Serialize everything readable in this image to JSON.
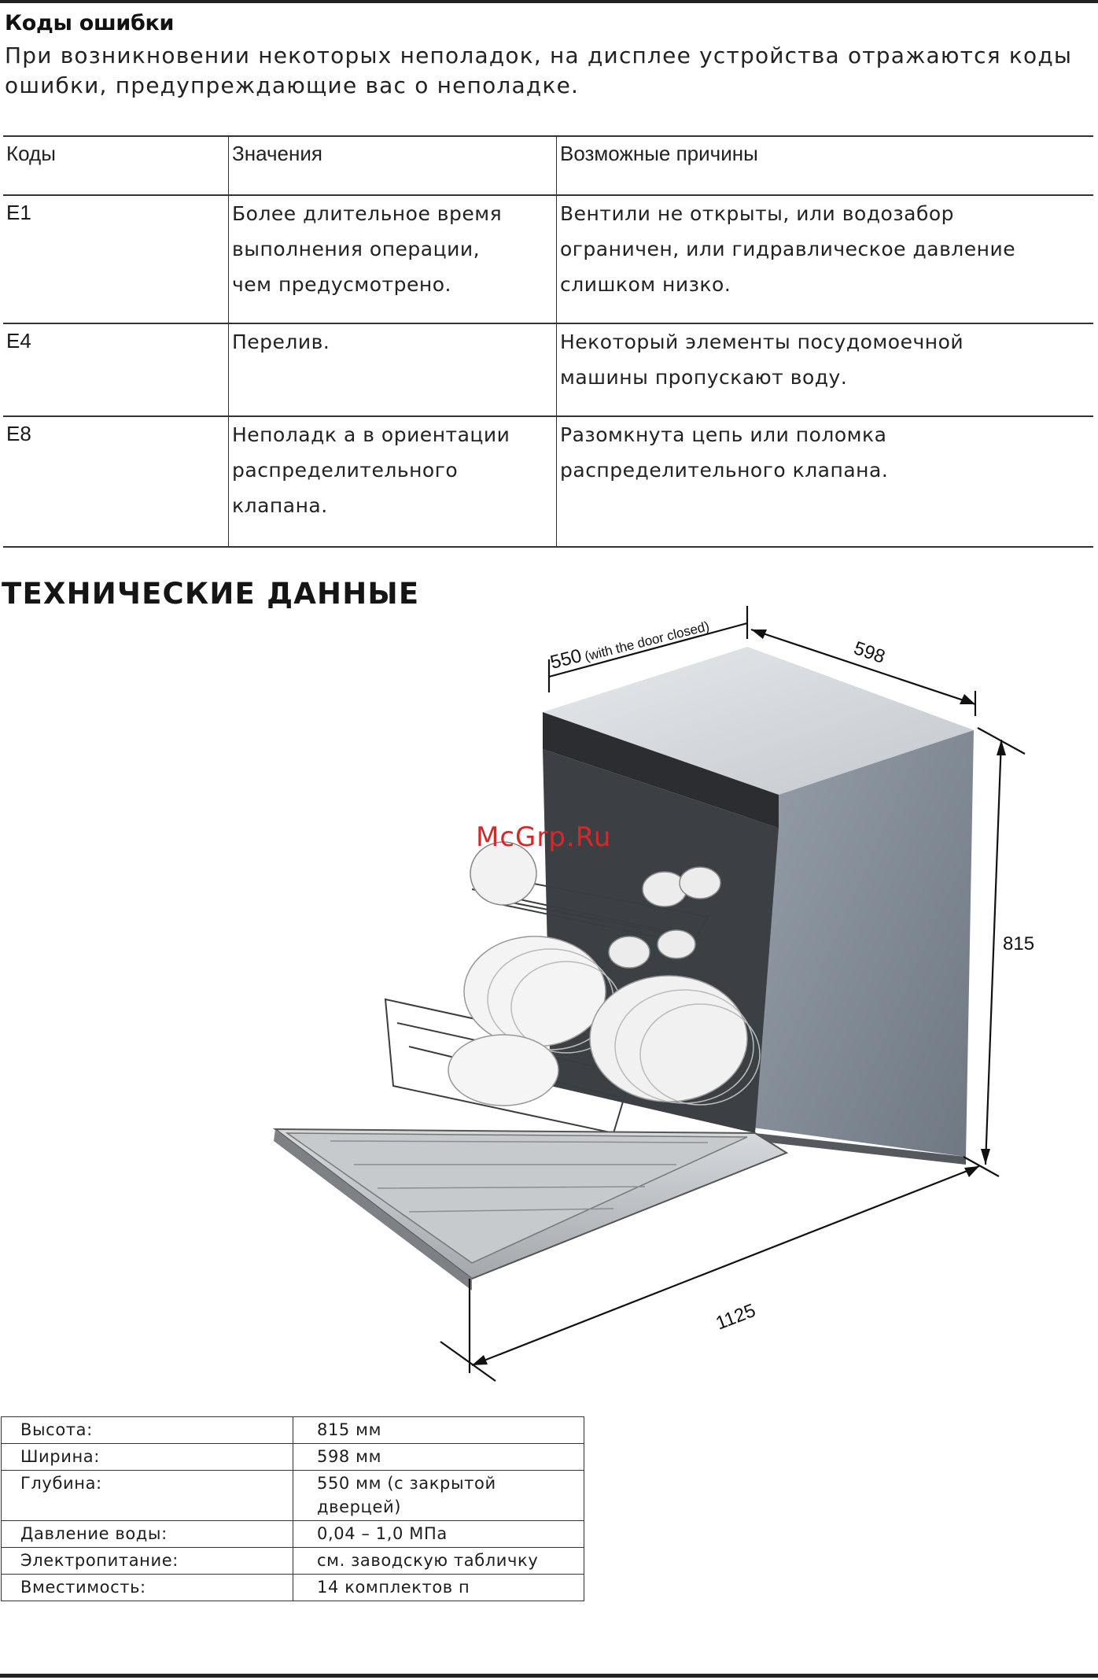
{
  "error_codes": {
    "title": "Коды ошибки",
    "intro": "При возникновении некоторых неполадок, на дисплее устройства отражаются коды ошибки, предупреждающие вас о неполадке.",
    "headers": [
      "Коды",
      "Значения",
      "Возможные причины"
    ],
    "rows": [
      {
        "code": "E1",
        "meaning": "Более длительное время выполнения операции, чем предусмотрено.",
        "cause": "Вентили не открыты, или водозабор ограничен, или гидравлическое давление слишком низко."
      },
      {
        "code": "E4",
        "meaning": "Перелив.",
        "cause": "Некоторый элементы посудомоечной машины пропускают воду."
      },
      {
        "code": "E8",
        "meaning": "Неполадк а в ориентации распределительного клапана.",
        "cause": "Разомкнута цепь или поломка распределительного клапана."
      }
    ]
  },
  "tech": {
    "title": "ТЕХНИЧЕСКИЕ ДАННЫЕ",
    "dimensions": {
      "depth_label": "550",
      "depth_note": "(with the door closed)",
      "width_label": "598",
      "height_label": "815",
      "open_depth_label": "1125"
    },
    "watermark": "McGrp.Ru",
    "specs": [
      {
        "label": "Высота:",
        "value": "815 мм"
      },
      {
        "label": "Ширина:",
        "value": "598 мм"
      },
      {
        "label": "Глубина:",
        "value": "550 мм (с закрытой дверцей)"
      },
      {
        "label": "Давление воды:",
        "value": "0,04  – 1,0 МПа"
      },
      {
        "label": "Электропитание:",
        "value": "см. заводскую табличку"
      },
      {
        "label": "Вместимость:",
        "value": "14 комплектов п"
      }
    ]
  },
  "colors": {
    "watermark": "#d22a2a",
    "rule": "#222222"
  }
}
